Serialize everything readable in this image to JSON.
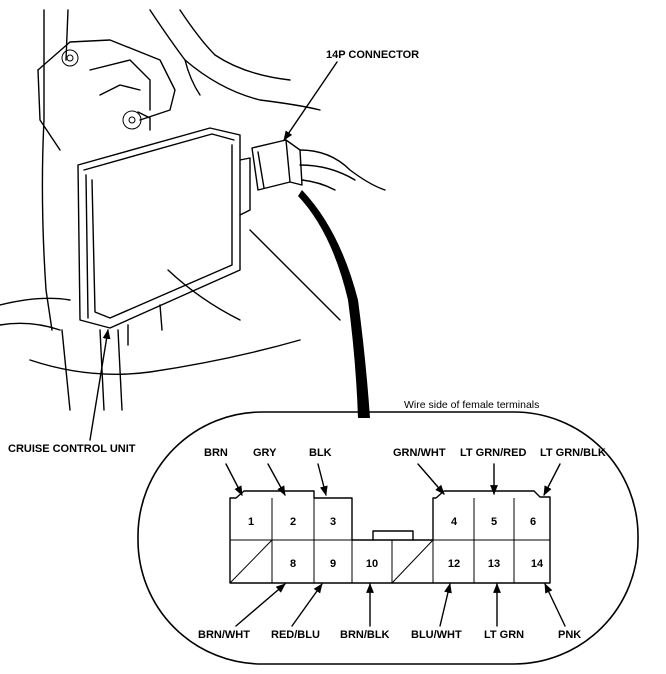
{
  "labels": {
    "connector": "14P CONNECTOR",
    "unit": "CRUISE CONTROL UNIT",
    "wire_side": "Wire side of female terminals"
  },
  "top_wires": [
    {
      "pin": "1",
      "color": "BRN"
    },
    {
      "pin": "2",
      "color": "GRY"
    },
    {
      "pin": "3",
      "color": "BLK"
    },
    {
      "pin": "4",
      "color": "GRN/WHT"
    },
    {
      "pin": "5",
      "color": "LT GRN/RED"
    },
    {
      "pin": "6",
      "color": "LT GRN/BLK"
    }
  ],
  "bottom_wires": [
    {
      "pin": "8",
      "color": "BRN/WHT"
    },
    {
      "pin": "9",
      "color": "RED/BLU"
    },
    {
      "pin": "10",
      "color": "BRN/BLK"
    },
    {
      "pin": "12",
      "color": "BLU/WHT"
    },
    {
      "pin": "13",
      "color": "LT GRN"
    },
    {
      "pin": "14",
      "color": "PNK"
    }
  ],
  "pins": {
    "p1": "1",
    "p2": "2",
    "p3": "3",
    "p4": "4",
    "p5": "5",
    "p6": "6",
    "p8": "8",
    "p9": "9",
    "p10": "10",
    "p12": "12",
    "p13": "13",
    "p14": "14"
  }
}
